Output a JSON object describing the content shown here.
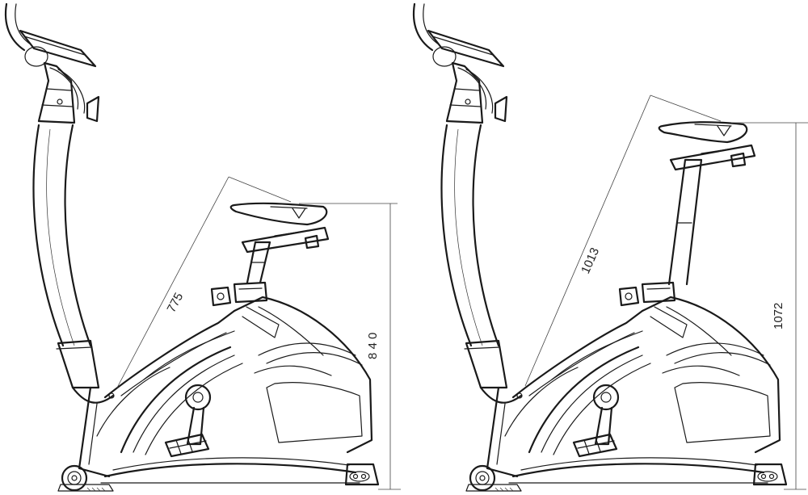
{
  "figures": [
    {
      "id": "low-seat",
      "diagonal_label": "775",
      "height_label": "8 4 0"
    },
    {
      "id": "high-seat",
      "diagonal_label": "1013",
      "height_label": "1072"
    }
  ],
  "colors": {
    "line": "#1a1a1a",
    "background": "#ffffff"
  }
}
